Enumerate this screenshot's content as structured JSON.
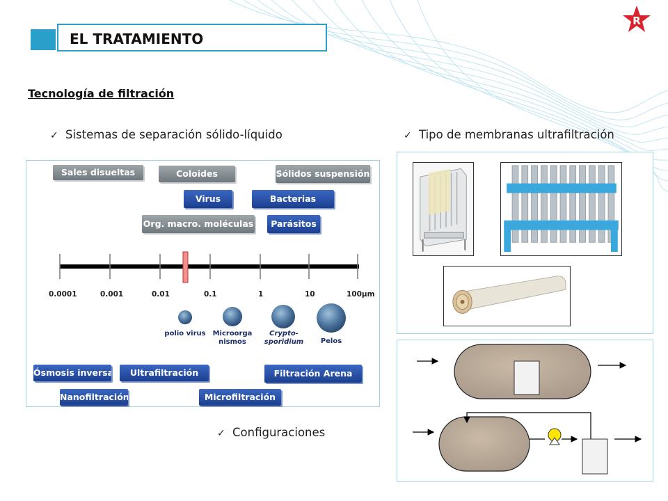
{
  "header": {
    "title": "EL TRATAMIENTO",
    "logo_letter": "R",
    "logo_color": "#d9232e",
    "accent_color": "#2a9fc9"
  },
  "subtitle": "Tecnología de filtración",
  "bullets": {
    "left": "Sistemas de separación sólido-líquido",
    "right": "Tipo de membranas ultrafiltración",
    "bottom": "Configuraciones",
    "check_icon": "✓"
  },
  "diagram": {
    "top_pills": {
      "sales": "Sales disueltas",
      "coloides": "Coloides",
      "solidos": "Sólidos suspensión",
      "virus": "Virus",
      "bacterias": "Bacterias",
      "org": "Org. macro. moléculas",
      "parasitos": "Parásitos"
    },
    "scale_ticks": [
      "0.0001",
      "0.001",
      "0.01",
      "0.1",
      "1",
      "10",
      "100μm"
    ],
    "particles": {
      "polio": "polio virus",
      "micro": [
        "Microorga",
        "nismos"
      ],
      "crypto": [
        "Crypto-",
        "sporidium"
      ],
      "pelos": "Pelos"
    },
    "processes": {
      "osmosis": "Ósmosis inversa",
      "ultra": "Ultrafiltración",
      "arena": "Filtración Arena",
      "nano": "Nanofiltración",
      "micro": "Microfiltración"
    }
  }
}
